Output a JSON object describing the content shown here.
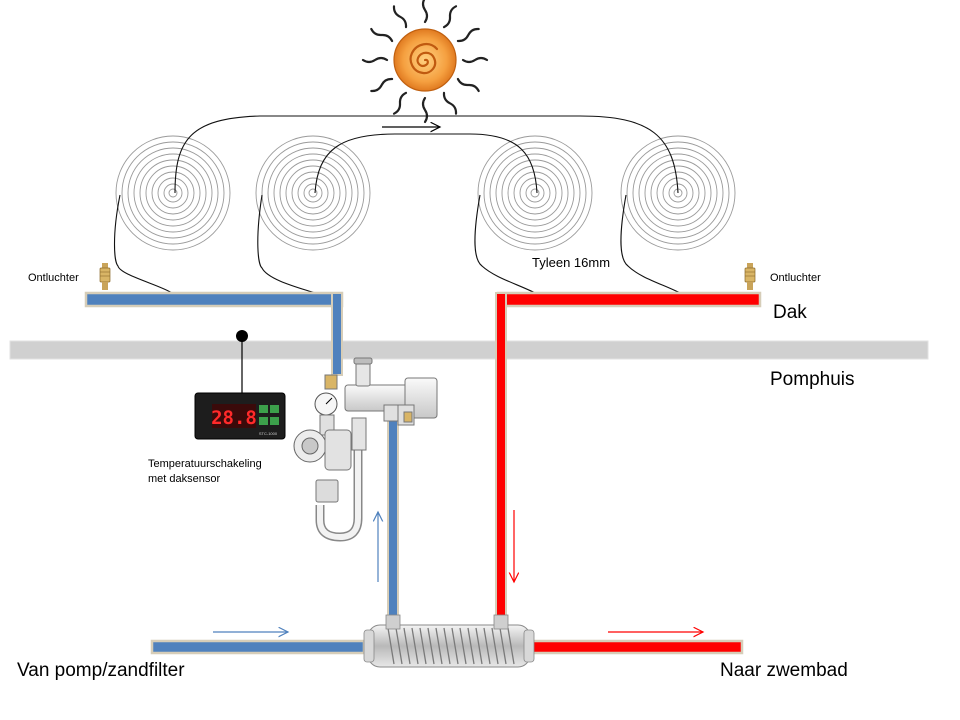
{
  "labels": {
    "vent_left": "Ontluchter",
    "vent_right": "Ontluchter",
    "tube": "Tyleen 16mm",
    "roof": "Dak",
    "pump_house": "Pomphuis",
    "controller_line1": "Temperatuurschakeling",
    "controller_line2": "met daksensor",
    "from_pump": "Van pomp/zandfilter",
    "to_pool": "Naar zwembad"
  },
  "controller": {
    "display_value": "28.8",
    "model": "STC-1000"
  },
  "colors": {
    "cold_pipe": "#4f81bd",
    "hot_pipe": "#ff0000",
    "roof_bar": "#d0d0d0",
    "sun": "#f79646"
  }
}
